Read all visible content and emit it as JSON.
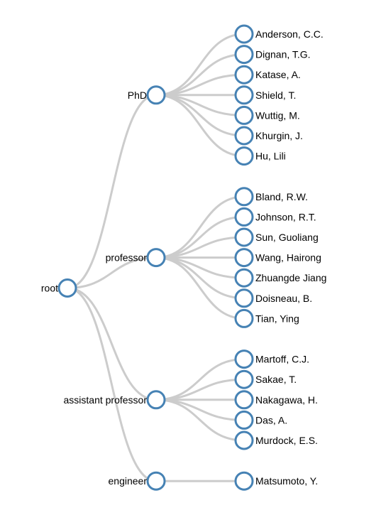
{
  "tree": {
    "name": "root",
    "children": [
      {
        "name": "PhD",
        "children": [
          {
            "name": "Anderson, C.C."
          },
          {
            "name": "Dignan, T.G."
          },
          {
            "name": "Katase, A."
          },
          {
            "name": "Shield, T."
          },
          {
            "name": "Wuttig, M."
          },
          {
            "name": "Khurgin, J."
          },
          {
            "name": "Hu, Lili"
          }
        ]
      },
      {
        "name": "professor",
        "children": [
          {
            "name": "Bland, R.W."
          },
          {
            "name": "Johnson, R.T."
          },
          {
            "name": "Sun, Guoliang"
          },
          {
            "name": "Wang, Hairong"
          },
          {
            "name": "Zhuangde Jiang"
          },
          {
            "name": "Doisneau, B."
          },
          {
            "name": "Tian, Ying"
          }
        ]
      },
      {
        "name": "assistant professor",
        "children": [
          {
            "name": "Martoff, C.J."
          },
          {
            "name": "Sakae, T."
          },
          {
            "name": "Nakagawa, H."
          },
          {
            "name": "Das, A."
          },
          {
            "name": "Murdock, E.S."
          }
        ]
      },
      {
        "name": "engineer",
        "children": [
          {
            "name": "Matsumoto, Y."
          }
        ]
      }
    ]
  },
  "colors": {
    "node_stroke": "#4682b4",
    "node_fill": "#ffffff",
    "link": "#cccccc",
    "label": "#000000"
  }
}
